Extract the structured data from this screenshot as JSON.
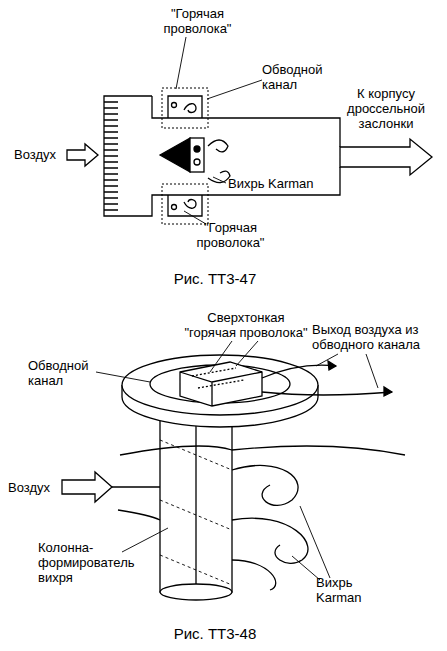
{
  "diagram": {
    "labels": [
      "\"Горячая проволока\"",
      "Обводной канал",
      "Воздух",
      "К корпусу дроссельной заслонки",
      "Вихрь Karman",
      "\"Горячая проволока\"",
      "Рис. ТТ3-47",
      "Сверхтонкая \"горячая проволока\"",
      "Обводной канал",
      "Выход воздуха из обводного канала",
      "Воздух",
      "Колонна-формирователь вихря",
      "Вихрь Karman",
      "Рис. ТТ3-48"
    ]
  }
}
